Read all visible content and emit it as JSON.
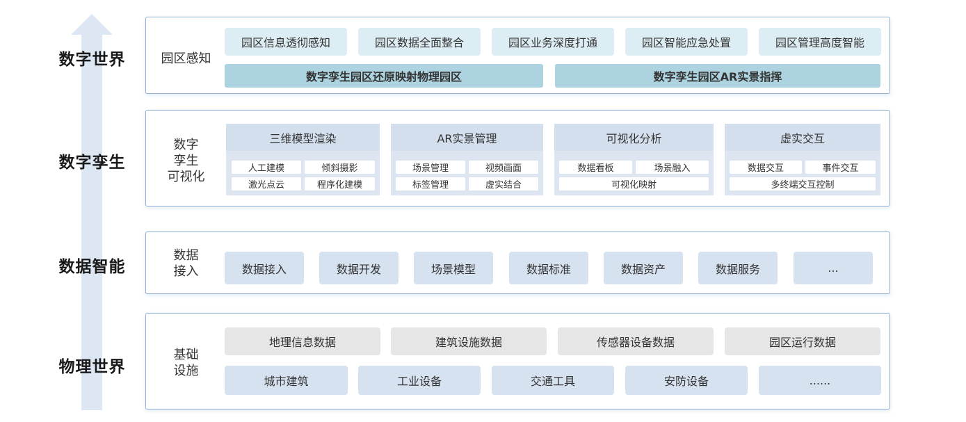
{
  "layers": {
    "l1": "数字世界",
    "l2": "数字孪生",
    "l3": "数据智能",
    "l4": "物理世界"
  },
  "perception": {
    "title": "园区感知",
    "items": [
      "园区信息透彻感知",
      "园区数据全面整合",
      "园区业务深度打通",
      "园区智能应急处置",
      "园区管理高度智能"
    ],
    "bars": [
      "数字孪生园区还原映射物理园区",
      "数字孪生园区AR实景指挥"
    ]
  },
  "twin": {
    "title": [
      "数字",
      "孪生",
      "可视化"
    ],
    "categories": [
      {
        "name": "三维模型渲染",
        "chips": [
          "人工建模",
          "倾斜摄影",
          "激光点云",
          "程序化建模"
        ]
      },
      {
        "name": "AR实景管理",
        "chips": [
          "场景管理",
          "视频画面",
          "标签管理",
          "虚实结合"
        ]
      },
      {
        "name": "可视化分析",
        "chips": [
          "数据看板",
          "场景融入",
          "可视化映射"
        ]
      },
      {
        "name": "虚实交互",
        "chips": [
          "数据交互",
          "事件交互",
          "多终端交互控制"
        ]
      }
    ]
  },
  "data_access": {
    "title": [
      "数据",
      "接入"
    ],
    "items": [
      "数据接入",
      "数据开发",
      "场景模型",
      "数据标准",
      "数据资产",
      "数据服务",
      "..."
    ]
  },
  "infrastructure": {
    "title": [
      "基础",
      "设施"
    ],
    "row1": [
      "地理信息数据",
      "建筑设施数据",
      "传感器设备数据",
      "园区运行数据"
    ],
    "row2": [
      "城市建筑",
      "工业设备",
      "交通工具",
      "安防设备",
      "......"
    ]
  },
  "colors": {
    "arrow": "#dde7f3",
    "panel_border": "#8fb0d4",
    "light_blue": "#dcedf3",
    "teal_bar": "#acd3df",
    "blue_box": "#d6e2ef",
    "grey_box": "#e6e6e6"
  }
}
